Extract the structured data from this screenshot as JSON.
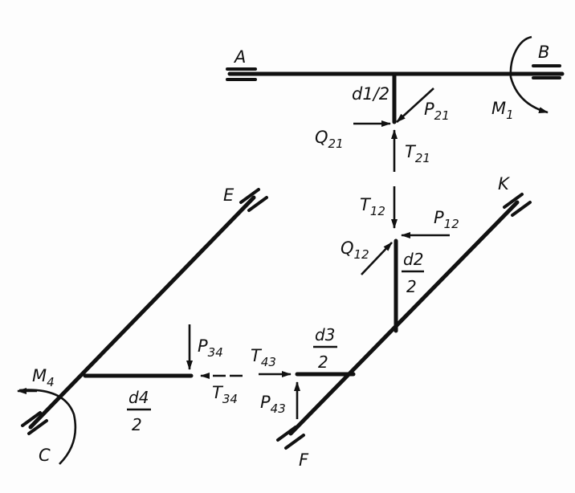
{
  "points": {
    "A": "A",
    "B": "B",
    "C": "C",
    "E": "E",
    "F": "F",
    "K": "K"
  },
  "moments": {
    "M1": {
      "base": "M",
      "sub": "1"
    },
    "M4": {
      "base": "M",
      "sub": "4"
    }
  },
  "forces": {
    "P21": {
      "base": "P",
      "sub": "21"
    },
    "Q21": {
      "base": "Q",
      "sub": "21"
    },
    "T21": {
      "base": "T",
      "sub": "21"
    },
    "T12": {
      "base": "T",
      "sub": "12"
    },
    "P12": {
      "base": "P",
      "sub": "12"
    },
    "Q12": {
      "base": "Q",
      "sub": "12"
    },
    "P34": {
      "base": "P",
      "sub": "34"
    },
    "T43": {
      "base": "T",
      "sub": "43"
    },
    "T34": {
      "base": "T",
      "sub": "34"
    },
    "P43": {
      "base": "P",
      "sub": "43"
    }
  },
  "dimensions": {
    "d1": "d1/2",
    "d2": {
      "num": "d2",
      "den": "2"
    },
    "d3": {
      "num": "d3",
      "den": "2"
    },
    "d4": {
      "num": "d4",
      "den": "2"
    }
  },
  "colors": {
    "ink": "#111111",
    "paper": "#fdfdfd"
  }
}
